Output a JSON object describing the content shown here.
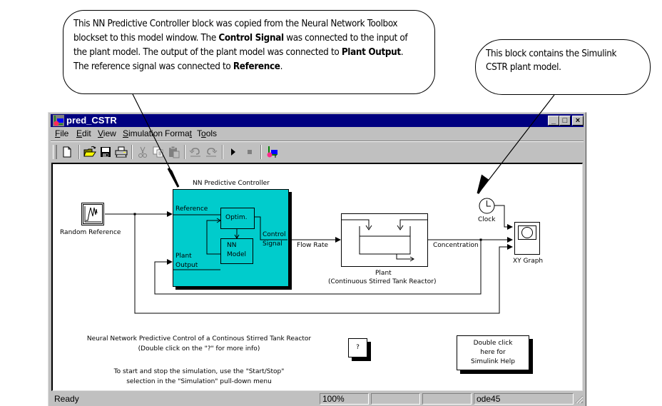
{
  "callouts": {
    "controller_note": {
      "line1": "This NN Predictive Controller block was copied from the Neural Network Toolbox",
      "line2_pre": "blockset to this model window. The ",
      "line2_bold": "Control Signal",
      "line2_post": " was connected to the input of",
      "line3_pre": "the plant model. The output of the plant model was connected to ",
      "line3_bold": "Plant Output",
      "line3_post": ".",
      "line4_pre": "The reference signal was connected to ",
      "line4_bold": "Reference",
      "line4_post": "."
    },
    "plant_note": {
      "line1": "This block contains the Simulink",
      "line2": "CSTR plant model."
    }
  },
  "window": {
    "title": "pred_CSTR",
    "caption_buttons": {
      "minimize": "_",
      "maximize": "□",
      "close": "×"
    }
  },
  "menu": [
    {
      "label": "File",
      "accel": "F",
      "rest": "ile"
    },
    {
      "label": "Edit",
      "accel": "E",
      "rest": "dit"
    },
    {
      "label": "View",
      "accel": "V",
      "rest": "iew"
    },
    {
      "label": "Simulation",
      "accel": "S",
      "rest": "imulation"
    },
    {
      "label": "Format",
      "pre": "Forma",
      "accel": "t",
      "rest": ""
    },
    {
      "label": "Tools",
      "pre": "T",
      "accel": "o",
      "rest": "ols"
    }
  ],
  "toolbar": [
    {
      "name": "new",
      "icon": "new-document-icon",
      "enabled": true
    },
    {
      "name": "open",
      "icon": "open-folder-icon",
      "enabled": true
    },
    {
      "name": "save",
      "icon": "save-disk-icon",
      "enabled": true
    },
    {
      "name": "print",
      "icon": "printer-icon",
      "enabled": true
    },
    {
      "name": "cut",
      "icon": "scissors-icon",
      "enabled": false
    },
    {
      "name": "copy",
      "icon": "copy-icon",
      "enabled": false
    },
    {
      "name": "paste",
      "icon": "paste-icon",
      "enabled": false
    },
    {
      "name": "undo",
      "icon": "undo-icon",
      "enabled": false
    },
    {
      "name": "redo",
      "icon": "redo-icon",
      "enabled": false
    },
    {
      "name": "start",
      "icon": "play-icon",
      "enabled": true
    },
    {
      "name": "stop",
      "icon": "stop-icon",
      "enabled": false
    },
    {
      "name": "library",
      "icon": "library-browser-icon",
      "enabled": true
    }
  ],
  "diagram": {
    "controller": {
      "title": "NN Predictive Controller",
      "input_reference": "Reference",
      "input_plant_line1": "Plant",
      "input_plant_line2": "Output",
      "output_line1": "Control",
      "output_line2": "Signal",
      "optim_label": "Optim.",
      "nnmodel_line1": "NN",
      "nnmodel_line2": "Model",
      "color": "#00cccc"
    },
    "random_reference": "Random Reference",
    "flow_rate": "Flow Rate",
    "plant": {
      "line1": "Plant",
      "line2": "(Continuous Stirred Tank Reactor)"
    },
    "concentration": "Concentration",
    "clock": "Clock",
    "xy_graph": "XY Graph",
    "notes": {
      "title_line1": "Neural Network Predictive Control of a Continous Stirred Tank Reactor",
      "title_line2": "(Double click on the \"?\" for more info)",
      "start_line1": "To start and stop the simulation, use the \"Start/Stop\"",
      "start_line2": "selection in the \"Simulation\" pull-down menu"
    },
    "info_button": "?",
    "help_block": {
      "line1": "Double click",
      "line2": "here for",
      "line3": "Simulink Help"
    }
  },
  "status": {
    "state": "Ready",
    "zoom": "100%",
    "panel3": "",
    "panel4": "",
    "solver": "ode45"
  }
}
